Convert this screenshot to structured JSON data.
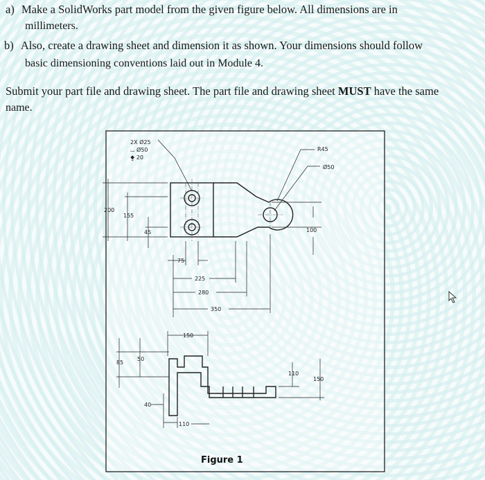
{
  "instructions": {
    "a_label": "a)",
    "a_line1": "Make a SolidWorks part model from the given figure below. All dimensions are in",
    "a_line2": "millimeters.",
    "b_label": "b)",
    "b_line1": "Also, create a drawing sheet and dimension it as shown. Your dimensions should follow",
    "b_line2": "basic dimensioning conventions laid out in Module 4.",
    "submit_line1_pre": "Submit your part file and drawing sheet. The part file and drawing sheet ",
    "submit_must": "MUST",
    "submit_line1_post": " have the same",
    "submit_line2": "name."
  },
  "figure": {
    "caption": "Figure 1",
    "callout_count": "2X Ø25",
    "callout_cbore": "⌴ Ø50",
    "callout_depth": "⧪ 20",
    "r45": "R45",
    "d50": "Ø50",
    "d200": "200",
    "d155": "155",
    "d45": "45",
    "d75": "75",
    "d225": "225",
    "d280": "280",
    "d350": "350",
    "d100": "100",
    "d150_top": "150",
    "d85": "85",
    "d50_side": "50",
    "d40": "40",
    "d110_bottom": "110",
    "d110_right": "110",
    "d150_right": "150"
  }
}
